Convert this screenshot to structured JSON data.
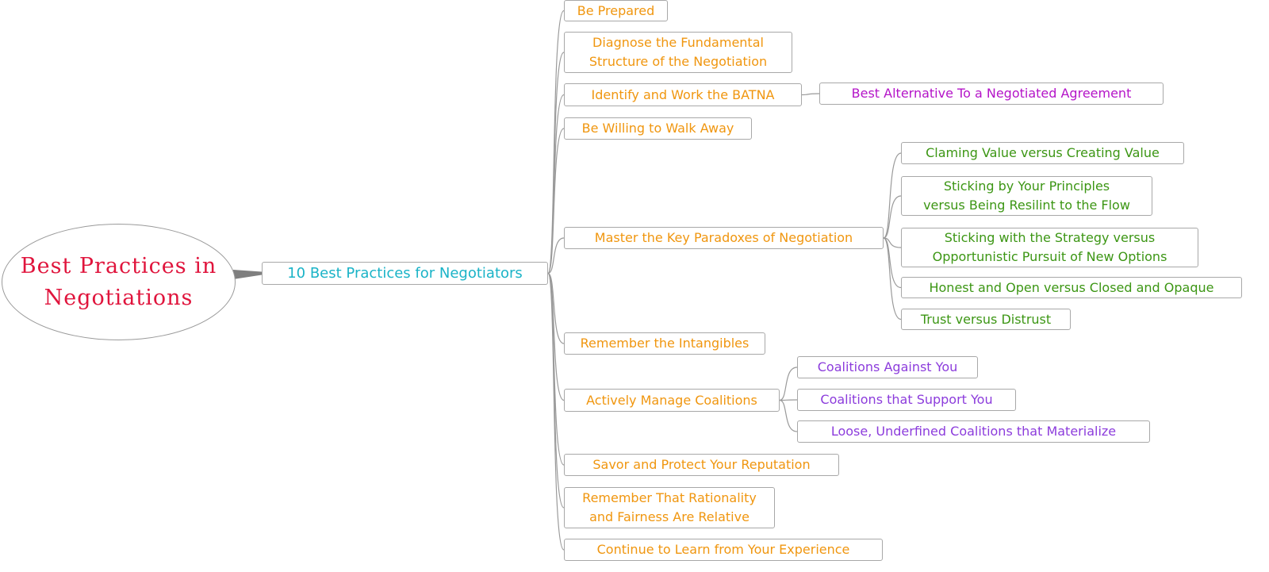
{
  "root": {
    "label": "Best Practices in\nNegotiations"
  },
  "center": {
    "label": "10 Best Practices for Negotiators"
  },
  "practices": [
    {
      "label": "Be Prepared"
    },
    {
      "label": "Diagnose the Fundamental\nStructure of the Negotiation"
    },
    {
      "label": "Identify and Work the BATNA"
    },
    {
      "label": "Be Willing to Walk Away"
    },
    {
      "label": "Master the Key Paradoxes of Negotiation"
    },
    {
      "label": "Remember the Intangibles"
    },
    {
      "label": "Actively Manage Coalitions"
    },
    {
      "label": "Savor and Protect Your Reputation"
    },
    {
      "label": "Remember That Rationality\nand Fairness Are Relative"
    },
    {
      "label": "Continue to Learn from Your Experience"
    }
  ],
  "batna_detail": {
    "label": "Best Alternative To a Negotiated Agreement"
  },
  "paradoxes": [
    {
      "label": "Claming Value versus Creating Value"
    },
    {
      "label": "Sticking by Your Principles\nversus Being Resilint to the Flow"
    },
    {
      "label": "Sticking with the Strategy versus\nOpportunistic Pursuit of New Options"
    },
    {
      "label": "Honest and Open versus Closed and Opaque"
    },
    {
      "label": "Trust versus Distrust"
    }
  ],
  "coalitions": [
    {
      "label": "Coalitions Against You"
    },
    {
      "label": "Coalitions that Support You"
    },
    {
      "label": "Loose, Underfined Coalitions that Materialize"
    }
  ],
  "colors": {
    "root_text": "#e0143c",
    "center_text": "#1ab3c7",
    "practice_text": "#f0960f",
    "batna_text": "#b414c8",
    "paradox_text": "#3c9614",
    "coalition_text": "#8c3cdc",
    "connector": "#9a9a9a"
  }
}
